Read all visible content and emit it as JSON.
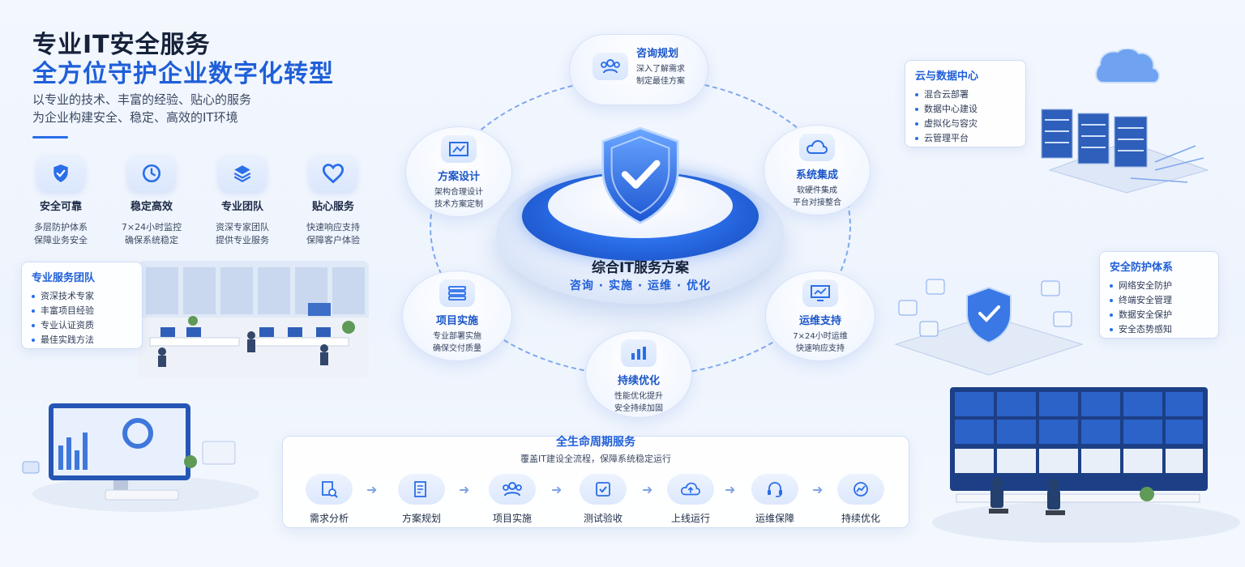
{
  "header": {
    "title": "专业IT安全服务",
    "subtitle": "全方位守护企业数字化转型",
    "desc_line1": "以专业的技术、丰富的经验、贴心的服务",
    "desc_line2": "为企业构建安全、稳定、高效的IT环境"
  },
  "features": [
    {
      "icon": "shield-check-icon",
      "title": "安全可靠",
      "line1": "多层防护体系",
      "line2": "保障业务安全"
    },
    {
      "icon": "clock-icon",
      "title": "稳定高效",
      "line1": "7×24小时监控",
      "line2": "确保系统稳定"
    },
    {
      "icon": "layers-icon",
      "title": "专业团队",
      "line1": "资深专家团队",
      "line2": "提供专业服务"
    },
    {
      "icon": "heart-icon",
      "title": "贴心服务",
      "line1": "快速响应支持",
      "line2": "保障客户体验"
    }
  ],
  "team_card": {
    "title": "专业服务团队",
    "items": [
      "资深技术专家",
      "丰富项目经验",
      "专业认证资质",
      "最佳实践方法"
    ]
  },
  "cloud_card": {
    "title": "云与数据中心",
    "items": [
      "混合云部署",
      "数据中心建设",
      "虚拟化与容灾",
      "云管理平台"
    ]
  },
  "security_card": {
    "title": "安全防护体系",
    "items": [
      "网络安全防护",
      "终端安全管理",
      "数据安全保护",
      "安全态势感知"
    ]
  },
  "hub": {
    "title": "综合IT服务方案",
    "subtitle": "咨询 · 实施 · 运维 · 优化"
  },
  "nodes": {
    "consult": {
      "title": "咨询规划",
      "line1": "深入了解需求",
      "line2": "制定最佳方案"
    },
    "design": {
      "title": "方案设计",
      "line1": "架构合理设计",
      "line2": "技术方案定制"
    },
    "integration": {
      "title": "系统集成",
      "line1": "软硬件集成",
      "line2": "平台对接整合"
    },
    "implement": {
      "title": "项目实施",
      "line1": "专业部署实施",
      "line2": "确保交付质量"
    },
    "ops": {
      "title": "运维支持",
      "line1": "7×24小时运维",
      "line2": "快速响应支持"
    },
    "optimize": {
      "title": "持续优化",
      "line1": "性能优化提升",
      "line2": "安全持续加固"
    }
  },
  "lifecycle": {
    "title": "全生命周期服务",
    "desc": "覆盖IT建设全流程，保障系统稳定运行",
    "steps": [
      {
        "icon": "document-search-icon",
        "label": "需求分析"
      },
      {
        "icon": "document-edit-icon",
        "label": "方案规划"
      },
      {
        "icon": "team-icon",
        "label": "项目实施"
      },
      {
        "icon": "checklist-icon",
        "label": "测试验收"
      },
      {
        "icon": "cloud-upload-icon",
        "label": "上线运行"
      },
      {
        "icon": "headset-icon",
        "label": "运维保障"
      },
      {
        "icon": "trend-up-icon",
        "label": "持续优化"
      }
    ]
  },
  "colors": {
    "accent": "#1f5fd8",
    "accent_light": "#2a6ee8",
    "text_dark": "#16223a",
    "orbit": "#7fa8ee"
  }
}
